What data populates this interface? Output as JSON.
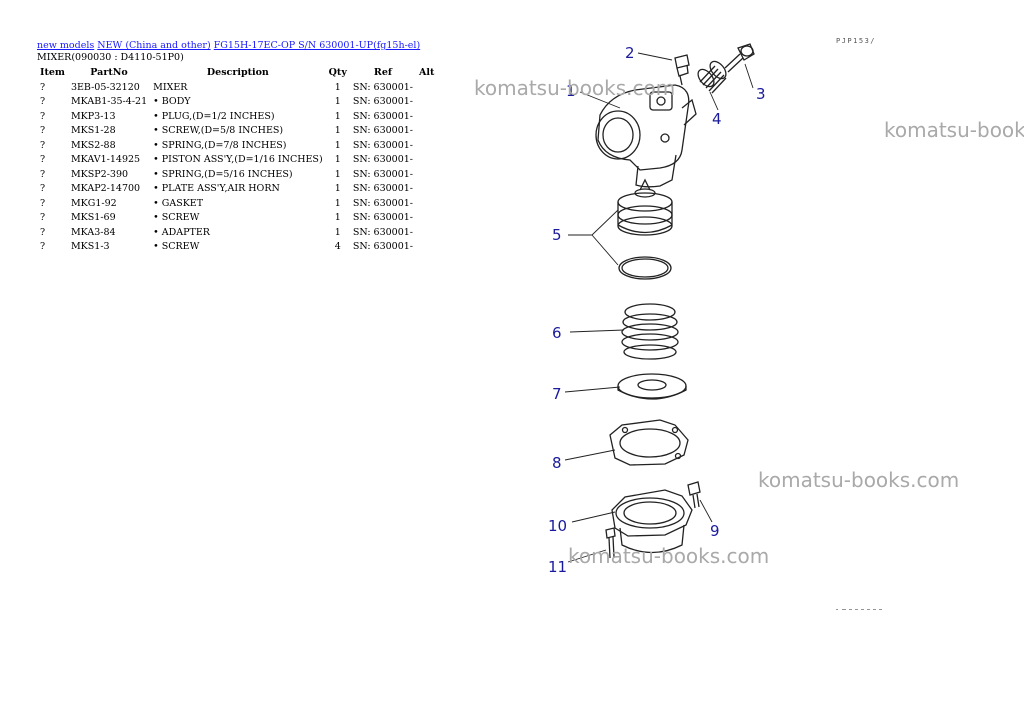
{
  "breadcrumb": {
    "links": [
      "new models",
      "NEW (China and other)",
      "FG15H-17EC-OP S/N 630001-UP(fg15h-el)"
    ]
  },
  "subtitle": "MIXER(090030 : D4110-51P0)",
  "table": {
    "headers": [
      "Item",
      "PartNo",
      "Description",
      "Qty",
      "Ref",
      "Alt"
    ],
    "rows": [
      {
        "item": "?",
        "part": "3EB-05-32120",
        "desc": "MIXER",
        "qty": "1",
        "ref": "SN: 630001-",
        "alt": ""
      },
      {
        "item": "?",
        "part": "MKAB1-35-4-21",
        "desc": "• BODY",
        "qty": "1",
        "ref": "SN: 630001-",
        "alt": ""
      },
      {
        "item": "?",
        "part": "MKP3-13",
        "desc": "• PLUG,(D=1/2 INCHES)",
        "qty": "1",
        "ref": "SN: 630001-",
        "alt": ""
      },
      {
        "item": "?",
        "part": "MKS1-28",
        "desc": "• SCREW,(D=5/8 INCHES)",
        "qty": "1",
        "ref": "SN: 630001-",
        "alt": ""
      },
      {
        "item": "?",
        "part": "MKS2-88",
        "desc": "• SPRING,(D=7/8 INCHES)",
        "qty": "1",
        "ref": "SN: 630001-",
        "alt": ""
      },
      {
        "item": "?",
        "part": "MKAV1-14925",
        "desc": "• PISTON ASS'Y,(D=1/16 INCHES)",
        "qty": "1",
        "ref": "SN: 630001-",
        "alt": ""
      },
      {
        "item": "?",
        "part": "MKSP2-390",
        "desc": "• SPRING,(D=5/16 INCHES)",
        "qty": "1",
        "ref": "SN: 630001-",
        "alt": ""
      },
      {
        "item": "?",
        "part": "MKAP2-14700",
        "desc": "• PLATE ASS'Y,AIR HORN",
        "qty": "1",
        "ref": "SN: 630001-",
        "alt": ""
      },
      {
        "item": "?",
        "part": "MKG1-92",
        "desc": "• GASKET",
        "qty": "1",
        "ref": "SN: 630001-",
        "alt": ""
      },
      {
        "item": "?",
        "part": "MKS1-69",
        "desc": "• SCREW",
        "qty": "1",
        "ref": "SN: 630001-",
        "alt": ""
      },
      {
        "item": "?",
        "part": "MKA3-84",
        "desc": "• ADAPTER",
        "qty": "1",
        "ref": "SN: 630001-",
        "alt": ""
      },
      {
        "item": "?",
        "part": "MKS1-3",
        "desc": "• SCREW",
        "qty": "4",
        "ref": "SN: 630001-",
        "alt": ""
      }
    ]
  },
  "diagram": {
    "callouts": [
      "1",
      "2",
      "3",
      "4",
      "5",
      "6",
      "7",
      "8",
      "9",
      "10",
      "11"
    ],
    "corner_code": "PJP153/"
  },
  "watermark": "komatsu-books.com",
  "colors": {
    "link": "#1a1aff",
    "callout": "#1a1a9c",
    "watermark": "#a9a9a9"
  }
}
